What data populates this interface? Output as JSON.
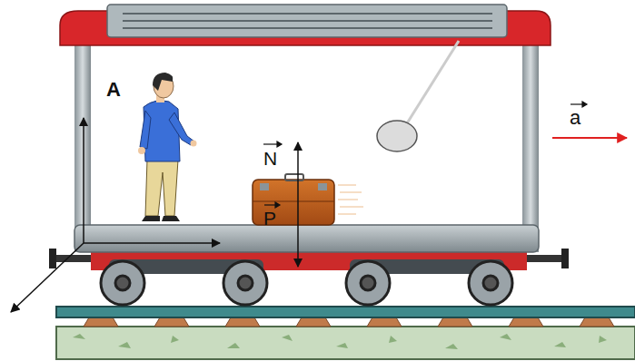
{
  "diagram": {
    "labels": [
      "A",
      "N",
      "P",
      "a"
    ]
  }
}
